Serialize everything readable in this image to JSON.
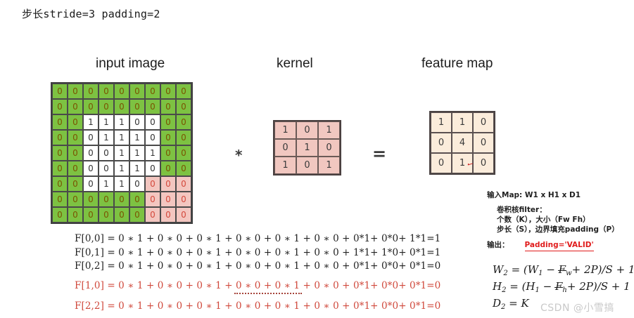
{
  "slide": {
    "title": "步长stride=3 padding=2"
  },
  "headings": {
    "input": "input image",
    "kernel": "kernel",
    "feature_map": "feature map"
  },
  "operators": {
    "convolution": "*",
    "equals": "="
  },
  "input_image": {
    "rows": 9,
    "cols": 9,
    "values": [
      [
        0,
        0,
        0,
        0,
        0,
        0,
        0,
        0,
        0
      ],
      [
        0,
        0,
        0,
        0,
        0,
        0,
        0,
        0,
        0
      ],
      [
        0,
        0,
        1,
        1,
        1,
        0,
        0,
        0,
        0
      ],
      [
        0,
        0,
        0,
        1,
        1,
        1,
        0,
        0,
        0
      ],
      [
        0,
        0,
        0,
        0,
        1,
        1,
        1,
        0,
        0
      ],
      [
        0,
        0,
        0,
        0,
        1,
        1,
        0,
        0,
        0
      ],
      [
        0,
        0,
        0,
        1,
        1,
        0,
        0,
        0,
        0
      ],
      [
        0,
        0,
        0,
        0,
        0,
        0,
        0,
        0,
        0
      ],
      [
        0,
        0,
        0,
        0,
        0,
        0,
        0,
        0,
        0
      ]
    ],
    "cell_kinds": [
      [
        "pad",
        "pad",
        "pad",
        "pad",
        "pad",
        "pad",
        "pad",
        "pad",
        "pad"
      ],
      [
        "pad",
        "pad",
        "pad",
        "pad",
        "pad",
        "pad",
        "pad",
        "pad",
        "pad"
      ],
      [
        "pad",
        "pad",
        "data",
        "data",
        "data",
        "data",
        "data",
        "pad",
        "pad"
      ],
      [
        "pad",
        "pad",
        "data",
        "data",
        "data",
        "data",
        "data",
        "pad",
        "pad"
      ],
      [
        "pad",
        "pad",
        "data",
        "data",
        "data",
        "data",
        "data",
        "pad",
        "pad"
      ],
      [
        "pad",
        "pad",
        "data",
        "data",
        "data",
        "data",
        "data",
        "pad",
        "pad"
      ],
      [
        "pad",
        "pad",
        "data",
        "data",
        "data",
        "data",
        "highlight",
        "highlight",
        "highlight"
      ],
      [
        "pad",
        "pad",
        "pad",
        "pad",
        "pad",
        "pad",
        "highlight",
        "highlight",
        "highlight"
      ],
      [
        "pad",
        "pad",
        "pad",
        "pad",
        "pad",
        "pad",
        "highlight",
        "highlight",
        "highlight"
      ]
    ],
    "colors": {
      "padding": "#7dc242",
      "data": "#ffffff",
      "highlight": "#f3c6c0"
    }
  },
  "kernel": {
    "rows": 3,
    "cols": 3,
    "values": [
      [
        1,
        0,
        1
      ],
      [
        0,
        1,
        0
      ],
      [
        1,
        0,
        1
      ]
    ],
    "color": "#f1c7c0"
  },
  "feature_map": {
    "rows": 3,
    "cols": 3,
    "values": [
      [
        1,
        1,
        0
      ],
      [
        0,
        4,
        0
      ],
      [
        0,
        1,
        0
      ]
    ],
    "color": "#fbecdb"
  },
  "equations": [
    {
      "text": "F[0,0] = 0 ∗ 1 + 0 ∗ 0 + 0 ∗ 1 + 0 ∗ 0 + 0 ∗ 1 + 0 ∗ 0 + 0*1+ 0*0+ 1*1=1",
      "color": "black"
    },
    {
      "text": "F[0,1] = 0 ∗ 1 + 0 ∗ 0 + 0 ∗ 1 + 0 ∗ 0 + 0 ∗ 1 + 0 ∗ 0 + 1*1+ 1*0+ 0*1=1",
      "color": "black"
    },
    {
      "text": "F[0,2] = 0 ∗ 1 + 0 ∗ 0 + 0 ∗ 1 + 0 ∗ 0 + 0 ∗ 1 + 0 ∗ 0 + 0*1+ 0*0+ 0*1=0",
      "color": "black"
    },
    {
      "text": "F[1,0] = 0 ∗ 1 + 0 ∗ 0 + 0 ∗ 1 + 0 ∗ 0 + 0 ∗ 1 + 0 ∗ 0 + 0*1+ 0*0+ 0*1=0",
      "color": "red"
    },
    {
      "text": "F[2,2] = 0 ∗ 1 + 0 ∗ 0 + 0 ∗ 1 + 0 ∗ 0 + 0 ∗ 1 + 0 ∗ 0 + 0*1+ 0*0+ 0*1=0",
      "color": "red"
    }
  ],
  "annotations": {
    "input_map": "输入Map:  W1 x H1 x D1",
    "filter_title": "卷积核filter：",
    "filter_count": "个数（K），大小（Fw  Fh）",
    "filter_stride": "步长（S），边界填充padding（P）",
    "output_label": "输出：",
    "padding_mode": "Padding='VALID'"
  },
  "formulas": {
    "w2": "W2 = (W1 − Fw + 2P)/S + 1",
    "h2": "H2 = (H1 − Fh + 2P)/S + 1",
    "d2": "D2 = K"
  },
  "watermark": "CSDN @小雪搞"
}
